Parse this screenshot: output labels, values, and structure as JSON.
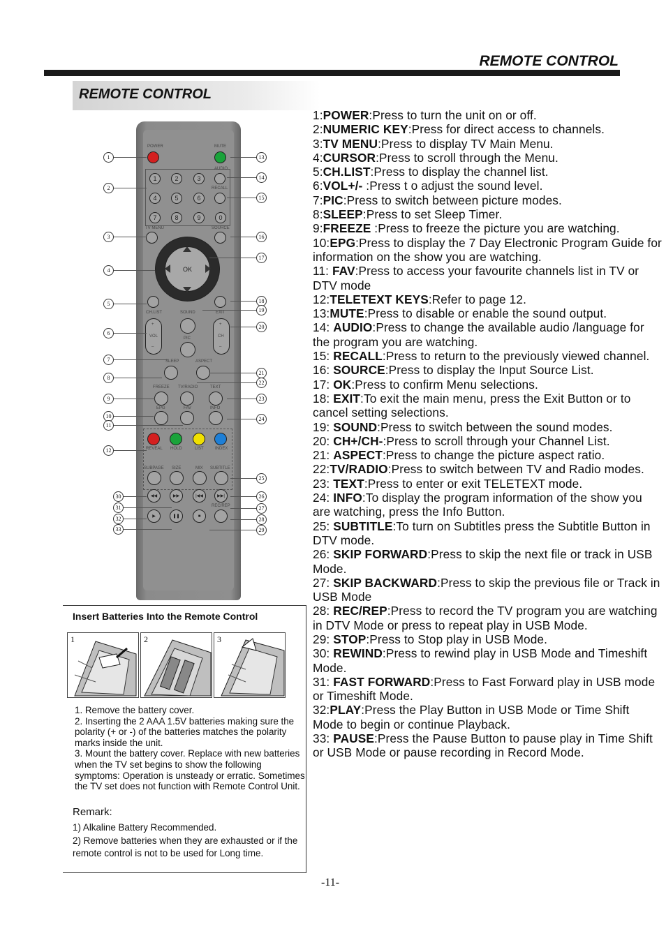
{
  "header": {
    "title": "REMOTE CONTROL"
  },
  "section": {
    "title": "REMOTE CONTROL"
  },
  "descriptions": [
    {
      "num": "1:",
      "key": "POWER",
      "text": ":Press to turn the unit on or off."
    },
    {
      "num": "2:",
      "key": "NUMERIC KEY",
      "text": ":Press for direct access to channels."
    },
    {
      "num": "3:",
      "key": "TV MENU",
      "text": ":Press to display TV  Main Menu."
    },
    {
      "num": "4:",
      "key": "CURSOR",
      "text": ":Press to scroll through the Menu."
    },
    {
      "num": "5:",
      "key": "CH.LIST",
      "text": ":Press to display the channel list."
    },
    {
      "num": "6:",
      "key": "VOL+/-",
      "text": " :Press t o adjust the sound level."
    },
    {
      "num": "7:",
      "key": "PIC",
      "text": ":Press to switch between picture modes."
    },
    {
      "num": "8:",
      "key": "SLEEP",
      "text": ":Press to set Sleep Timer."
    },
    {
      "num": "9:",
      "key": "FREEZE",
      "text": " :Press to freeze the picture you are watching."
    },
    {
      "num": "10:",
      "key": "EPG",
      "text": ":Press to display the 7 Day Electronic Program Guide for information on the show you are watching."
    },
    {
      "num": "11: ",
      "key": "FAV",
      "text": ":Press to access your favourite channels list in TV or DTV mode"
    },
    {
      "num": "12:",
      "key": "TELETEXT KEYS",
      "text": ":Refer to page 12."
    },
    {
      "num": "13:",
      "key": "MUTE",
      "text": ":Press to disable or enable the sound output."
    },
    {
      "num": "14: ",
      "key": "AUDIO",
      "text": ":Press to change the available audio /language for the program you are watching."
    },
    {
      "num": "15: ",
      "key": "RECALL",
      "text": ":Press to return to the previously viewed channel."
    },
    {
      "num": "16: ",
      "key": "SOURCE",
      "text": ":Press to display the Input Source List."
    },
    {
      "num": "17: ",
      "key": "OK",
      "text": ":Press to confirm Menu selections."
    },
    {
      "num": "18: ",
      "key": "EXIT",
      "text": ":To exit the main menu, press the Exit Button or to cancel setting selections."
    },
    {
      "num": "19: ",
      "key": "SOUND",
      "text": ":Press to switch between the sound modes."
    },
    {
      "num": "20: ",
      "key": "CH+/CH-",
      "text": ":Press to scroll through your Channel List."
    },
    {
      "num": "21: ",
      "key": "ASPECT",
      "text": ":Press to change the picture aspect ratio."
    },
    {
      "num": "22:",
      "key": "TV/RADIO",
      "text": ":Press to switch between TV and Radio modes."
    },
    {
      "num": "23: ",
      "key": "TEXT",
      "text": ":Press to enter or exit TELETEXT mode."
    },
    {
      "num": "24: ",
      "key": "INFO",
      "text": ":To display the program information of the show you are watching, press the Info Button."
    },
    {
      "num": "25: ",
      "key": "SUBTITLE",
      "text": ":To turn on Subtitles press the Subtitle Button in DTV mode."
    },
    {
      "num": "26: ",
      "key": "SKIP FORWARD",
      "text": ":Press to skip the next file or track in USB Mode."
    },
    {
      "num": "27: ",
      "key": "SKIP BACKWARD",
      "text": ":Press to skip the previous file or Track in USB Mode"
    },
    {
      "num": "28: ",
      "key": "REC/REP",
      "text": ":Press to record the TV program you are watching in DTV Mode or press to repeat play in USB Mode."
    },
    {
      "num": "29: ",
      "key": "STOP",
      "text": ":Press to Stop play in USB Mode."
    },
    {
      "num": "30: ",
      "key": "REWIND",
      "text": ":Press to rewind play in USB Mode and Timeshift Mode."
    },
    {
      "num": "31: ",
      "key": "FAST FORWARD",
      "text": ":Press to Fast Forward play in USB mode or Timeshift Mode."
    },
    {
      "num": "32:",
      "key": "PLAY",
      "text": ":Press the Play Button in USB Mode or Time Shift Mode to begin or continue Playback."
    },
    {
      "num": "33: ",
      "key": "PAUSE",
      "text": ":Press the Pause Button to pause play in Time Shift or USB Mode or pause recording in Record Mode."
    }
  ],
  "remote_labels": {
    "power": "POWER",
    "mute": "MUTE",
    "audio": "AUDIO",
    "recall": "RECALL",
    "tv_menu": "TV MENU",
    "source": "SOURCE",
    "ok": "OK",
    "ch_list": "CH.LIST",
    "sound": "SOUND",
    "exit": "EXIT",
    "vol": "VOL",
    "ch": "CH",
    "pic": "PIC",
    "sleep": "SLEEP",
    "aspect": "ASPECT",
    "freeze": "FREEZE",
    "tv_radio": "TV/RADIO",
    "text": "TEXT",
    "epg": "EPG",
    "fav": "FAV",
    "info": "INFO",
    "reveal": "REVEAL",
    "hold": "HOLD",
    "list": "LIST",
    "index": "INDEX",
    "subpage": "SUBPAGE",
    "size": "SIZE",
    "mix": "MIX",
    "subtitle": "SUBTITLE",
    "recrep": "REC/REP",
    "digits": [
      "1",
      "2",
      "3",
      "4",
      "5",
      "6",
      "7",
      "8",
      "9",
      "0"
    ],
    "plus": "+",
    "minus": "–"
  },
  "callouts": [
    "1",
    "2",
    "3",
    "4",
    "5",
    "6",
    "7",
    "8",
    "9",
    "10",
    "11",
    "12",
    "13",
    "14",
    "15",
    "16",
    "17",
    "18",
    "19",
    "20",
    "21",
    "22",
    "23",
    "24",
    "25",
    "26",
    "27",
    "28",
    "29",
    "30",
    "31",
    "32",
    "33"
  ],
  "battery": {
    "title": "Insert Batteries Into the Remote Control",
    "steps": [
      "1",
      "2",
      "3"
    ],
    "instructions": [
      "1.    Remove the battery cover.",
      "2.    Inserting the 2 AAA 1.5V batteries making sure the polarity (+ or -) of the batteries matches the polarity marks inside the unit.",
      "3.    Mount the battery cover. Replace with new batteries when the TV set begins to show the following symptoms: Operation is unsteady or erratic. Sometimes the TV set does not function with Remote Control    Unit."
    ],
    "remark_title": "Remark:",
    "remarks": [
      "1) Alkaline Battery Recommended.",
      "2) Remove batteries when they are exhausted or if the remote control is not to be used    for Long time."
    ]
  },
  "page_number": "-11-",
  "colors": {
    "red": "#d42020",
    "green": "#1aa33a",
    "yellow": "#f0e000",
    "blue": "#1e7fd6"
  }
}
